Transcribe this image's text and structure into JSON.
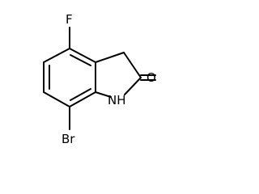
{
  "molecule": {
    "atoms": {
      "fluorine": "F",
      "nh": "NH",
      "oxygen": "O",
      "bromine": "Br"
    },
    "colors": {
      "bond": "#000000",
      "label": "#000000",
      "background": "#ffffff"
    }
  }
}
